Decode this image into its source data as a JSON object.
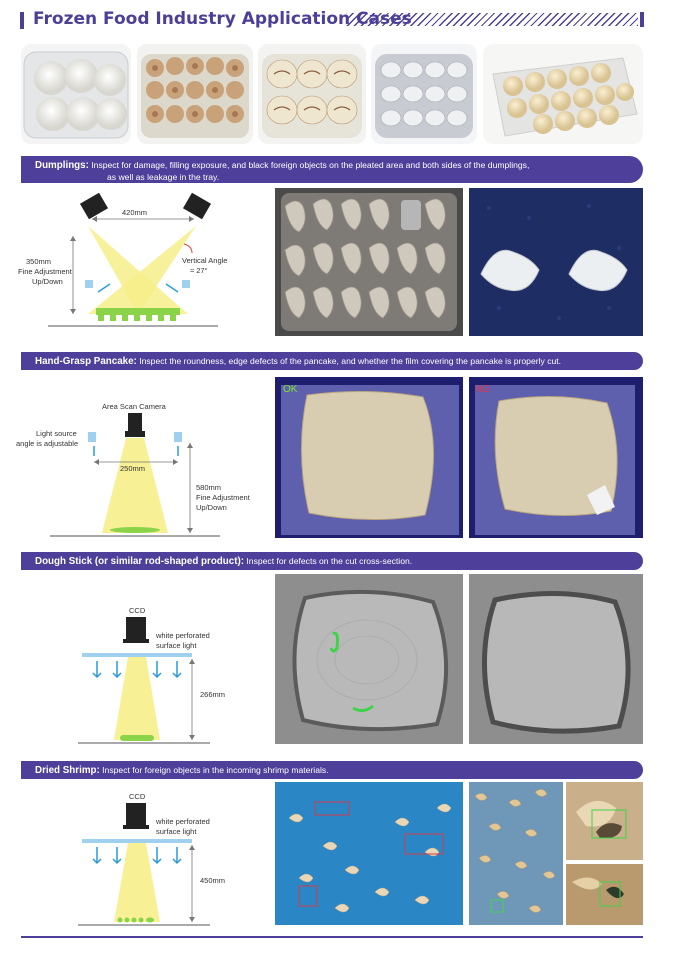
{
  "header": {
    "title": "Frozen Food Industry Application Cases"
  },
  "colors": {
    "brand": "#4e3f9a",
    "light_blue": "#3aa7e0",
    "beam_yellow": "#f6ee8a",
    "mark_green": "#8bd44a",
    "detect_green": "#3fd34a",
    "detect_red": "#d23c4b"
  },
  "sections": {
    "dumplings": {
      "name": "Dumplings:",
      "desc": "Inspect for damage, filling exposure, and black foreign objects on the pleated area and both sides of the dumplings,",
      "desc2": "as well as leakage in the tray.",
      "dim_width": "420mm",
      "dim_height": "350mm",
      "dim_fine1": "Fine Adjustment",
      "dim_fine2": "Up/Down",
      "angle1": "Vertical Angle",
      "angle2": "≈ 27°"
    },
    "pancake": {
      "name": "Hand-Grasp Pancake:",
      "desc": "Inspect the roundness, edge defects of the pancake, and whether the film covering the pancake is properly cut.",
      "camera": "Area Scan Camera",
      "light1": "Light source",
      "light2": "angle is adjustable",
      "dim_width": "250mm",
      "dim_height": "580mm",
      "dim_fine1": "Fine Adjustment",
      "dim_fine2": "Up/Down",
      "ok": "OK",
      "ng": "NG"
    },
    "dough": {
      "name": "Dough Stick (or similar rod-shaped product):",
      "desc": "Inspect for defects on the cut cross-section.",
      "ccd": "CCD",
      "light1": "white perforated",
      "light2": "surface light",
      "dim_height": "266mm"
    },
    "shrimp": {
      "name": "Dried Shrimp:",
      "desc": "Inspect for foreign objects in the incoming shrimp materials.",
      "ccd": "CCD",
      "light1": "white perforated",
      "light2": "surface light",
      "dim_height": "450mm"
    }
  }
}
